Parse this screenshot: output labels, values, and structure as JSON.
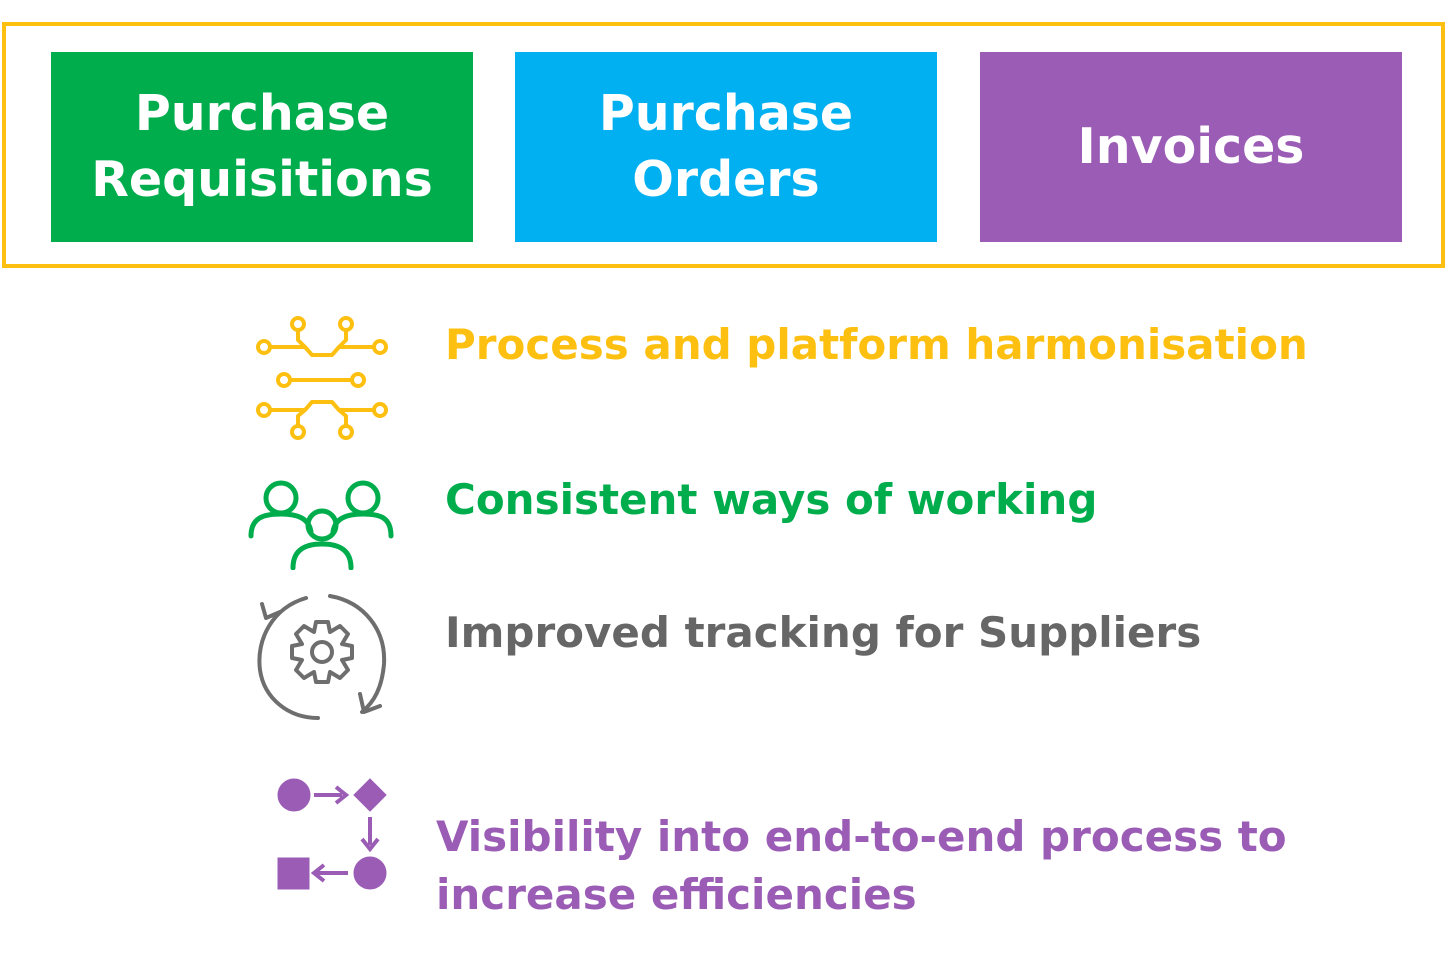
{
  "boxes": [
    {
      "label": "Purchase\nRequisitions",
      "color": "#00AD4D"
    },
    {
      "label": "Purchase\nOrders",
      "color": "#00B0F0"
    },
    {
      "label": "Invoices",
      "color": "#9A5CB5"
    }
  ],
  "frame_color": "#FDC010",
  "benefits": [
    {
      "icon": "circuit-icon",
      "text": "Process and platform harmonisation",
      "color": "#FDC010"
    },
    {
      "icon": "people-group-icon",
      "text": "Consistent ways of working",
      "color": "#00AD4D"
    },
    {
      "icon": "gear-cycle-icon",
      "text": "Improved tracking for Suppliers",
      "color": "#666666"
    },
    {
      "icon": "process-flow-icon",
      "text": "Visibility into end-to-end process to\nincrease efficiencies",
      "color": "#9A5CB5"
    }
  ]
}
